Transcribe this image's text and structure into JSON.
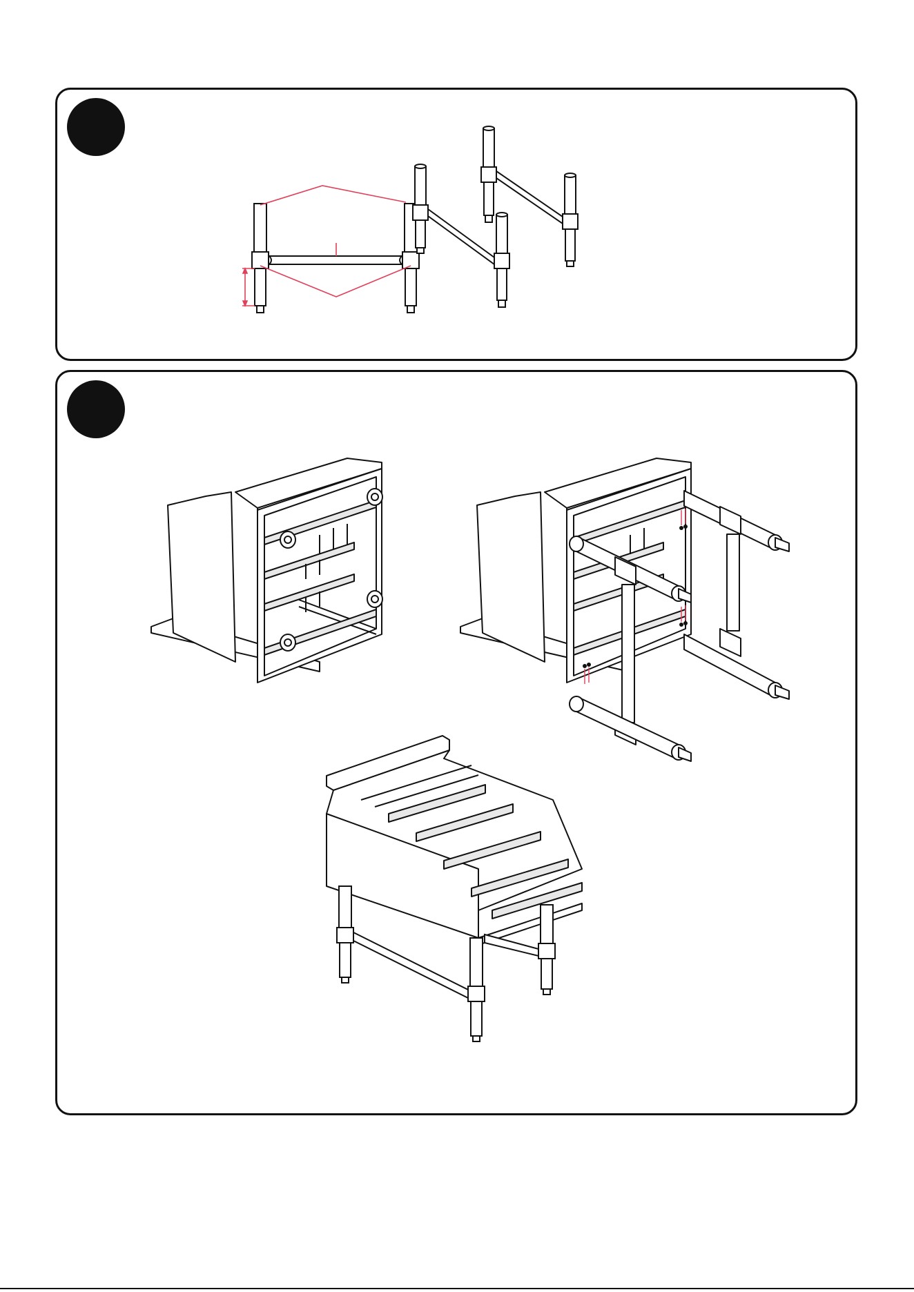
{
  "steps": [
    {
      "badge": "",
      "section": "frame-assembly"
    },
    {
      "badge": "",
      "section": "mount-frame-to-cabinet"
    }
  ],
  "colors": {
    "line": "#111111",
    "annotation": "#e0405a",
    "fill": "#ffffff",
    "shade": "#e8e8e8"
  },
  "icons": {
    "step_badge": "filled-circle"
  }
}
